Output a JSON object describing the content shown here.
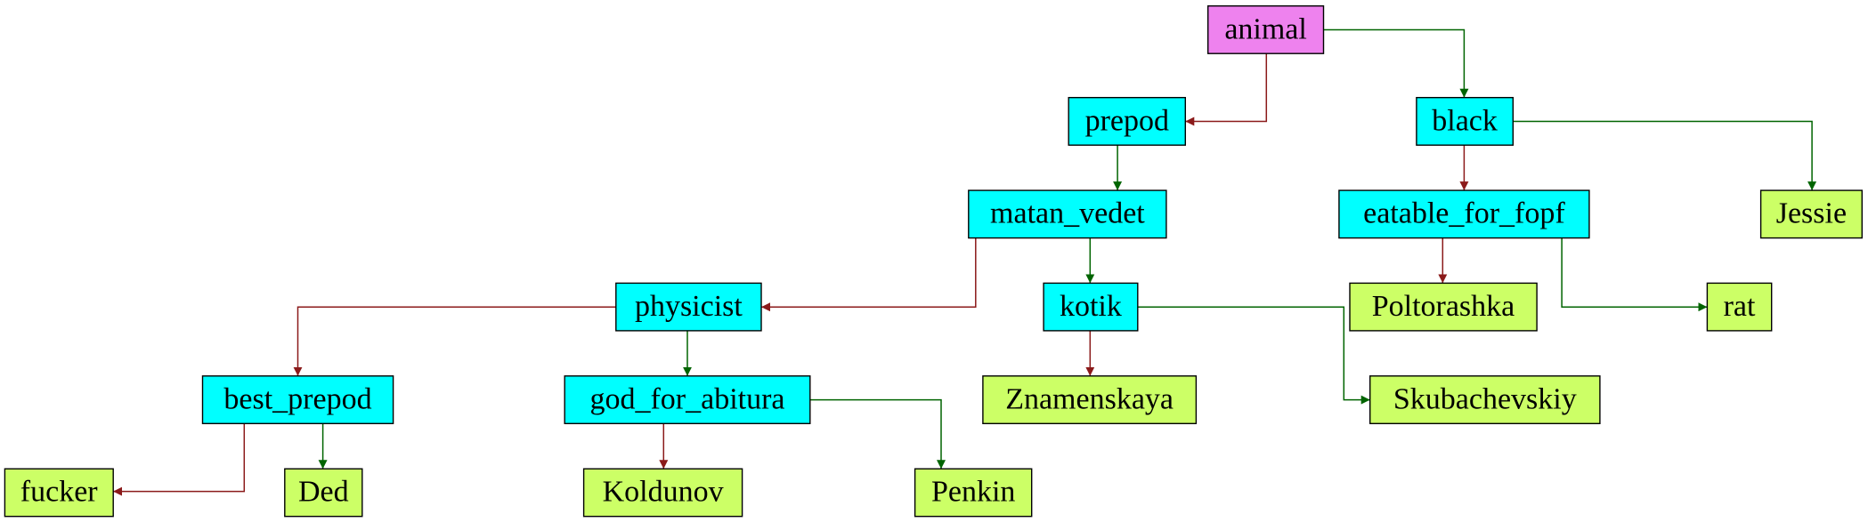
{
  "colors": {
    "root_fill": "#ee82ee",
    "question_fill": "#00ffff",
    "leaf_fill": "#ccff66",
    "yes_edge": "#8b1a1a",
    "no_edge": "#006400"
  },
  "nodes": [
    {
      "id": "animal",
      "label": "animal",
      "kind": "root"
    },
    {
      "id": "prepod",
      "label": "prepod",
      "kind": "question"
    },
    {
      "id": "black",
      "label": "black",
      "kind": "question"
    },
    {
      "id": "matan_vedet",
      "label": "matan_vedet",
      "kind": "question"
    },
    {
      "id": "eatable_for_fopf",
      "label": "eatable_for_fopf",
      "kind": "question"
    },
    {
      "id": "Jessie",
      "label": "Jessie",
      "kind": "leaf"
    },
    {
      "id": "physicist",
      "label": "physicist",
      "kind": "question"
    },
    {
      "id": "kotik",
      "label": "kotik",
      "kind": "question"
    },
    {
      "id": "Poltorashka",
      "label": "Poltorashka",
      "kind": "leaf"
    },
    {
      "id": "rat",
      "label": "rat",
      "kind": "leaf"
    },
    {
      "id": "best_prepod",
      "label": "best_prepod",
      "kind": "question"
    },
    {
      "id": "god_for_abitura",
      "label": "god_for_abitura",
      "kind": "question"
    },
    {
      "id": "Znamenskaya",
      "label": "Znamenskaya",
      "kind": "leaf"
    },
    {
      "id": "Skubachevskiy",
      "label": "Skubachevskiy",
      "kind": "leaf"
    },
    {
      "id": "fucker",
      "label": "fucker",
      "kind": "leaf"
    },
    {
      "id": "Ded",
      "label": "Ded",
      "kind": "leaf"
    },
    {
      "id": "Koldunov",
      "label": "Koldunov",
      "kind": "leaf"
    },
    {
      "id": "Penkin",
      "label": "Penkin",
      "kind": "leaf"
    }
  ],
  "edges": [
    {
      "from": "animal",
      "to": "prepod",
      "branch": "yes"
    },
    {
      "from": "animal",
      "to": "black",
      "branch": "no"
    },
    {
      "from": "prepod",
      "to": "matan_vedet",
      "branch": "no"
    },
    {
      "from": "black",
      "to": "eatable_for_fopf",
      "branch": "yes"
    },
    {
      "from": "black",
      "to": "Jessie",
      "branch": "no"
    },
    {
      "from": "matan_vedet",
      "to": "physicist",
      "branch": "yes"
    },
    {
      "from": "matan_vedet",
      "to": "kotik",
      "branch": "no"
    },
    {
      "from": "eatable_for_fopf",
      "to": "Poltorashka",
      "branch": "yes"
    },
    {
      "from": "eatable_for_fopf",
      "to": "rat",
      "branch": "no"
    },
    {
      "from": "physicist",
      "to": "best_prepod",
      "branch": "yes"
    },
    {
      "from": "physicist",
      "to": "god_for_abitura",
      "branch": "no"
    },
    {
      "from": "kotik",
      "to": "Znamenskaya",
      "branch": "yes"
    },
    {
      "from": "kotik",
      "to": "Skubachevskiy",
      "branch": "no"
    },
    {
      "from": "best_prepod",
      "to": "fucker",
      "branch": "yes"
    },
    {
      "from": "best_prepod",
      "to": "Ded",
      "branch": "no"
    },
    {
      "from": "god_for_abitura",
      "to": "Koldunov",
      "branch": "yes"
    },
    {
      "from": "god_for_abitura",
      "to": "Penkin",
      "branch": "no"
    }
  ]
}
